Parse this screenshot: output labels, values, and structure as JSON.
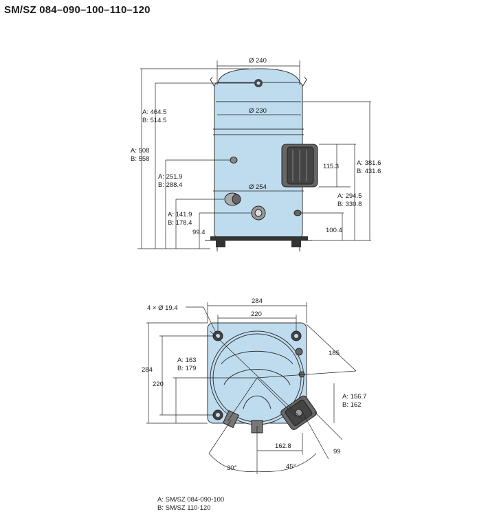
{
  "title": "SM/SZ 084–090–100–110–120",
  "side_view": {
    "dia_top": "Ø 240",
    "dia_mid": "Ø 230",
    "dia_low": "Ø 254",
    "h_total_a": "A: 508",
    "h_total_b": "B: 558",
    "h_suction_a": "A: 464.5",
    "h_suction_b": "B: 514.5",
    "h_oil_a": "A: 251.9",
    "h_oil_b": "B: 288.4",
    "h_sight_a": "A: 141.9",
    "h_sight_b": "B: 178.4",
    "h_base": "99.4",
    "box_height": "115.3",
    "h_box_a": "A: 381.6",
    "h_box_b": "B: 431.6",
    "h_disch_a": "A: 294.5",
    "h_disch_b": "B: 330.8",
    "h_right_base": "100.4"
  },
  "top_view": {
    "holes": "4 × Ø 19.4",
    "w_outer": "284",
    "w_inner": "220",
    "h_outer": "284",
    "h_inner": "220",
    "offset_a": "A: 163",
    "offset_b": "B: 179",
    "diag": "185",
    "box_a": "A: 156.7",
    "box_b": "B: 162",
    "x_offset": "162.8",
    "d99": "99",
    "angle1": "30°",
    "angle2": "45°"
  },
  "legend": {
    "a": "A: SM/SZ 084-090-100",
    "b": "B: SM/SZ 110-120"
  }
}
